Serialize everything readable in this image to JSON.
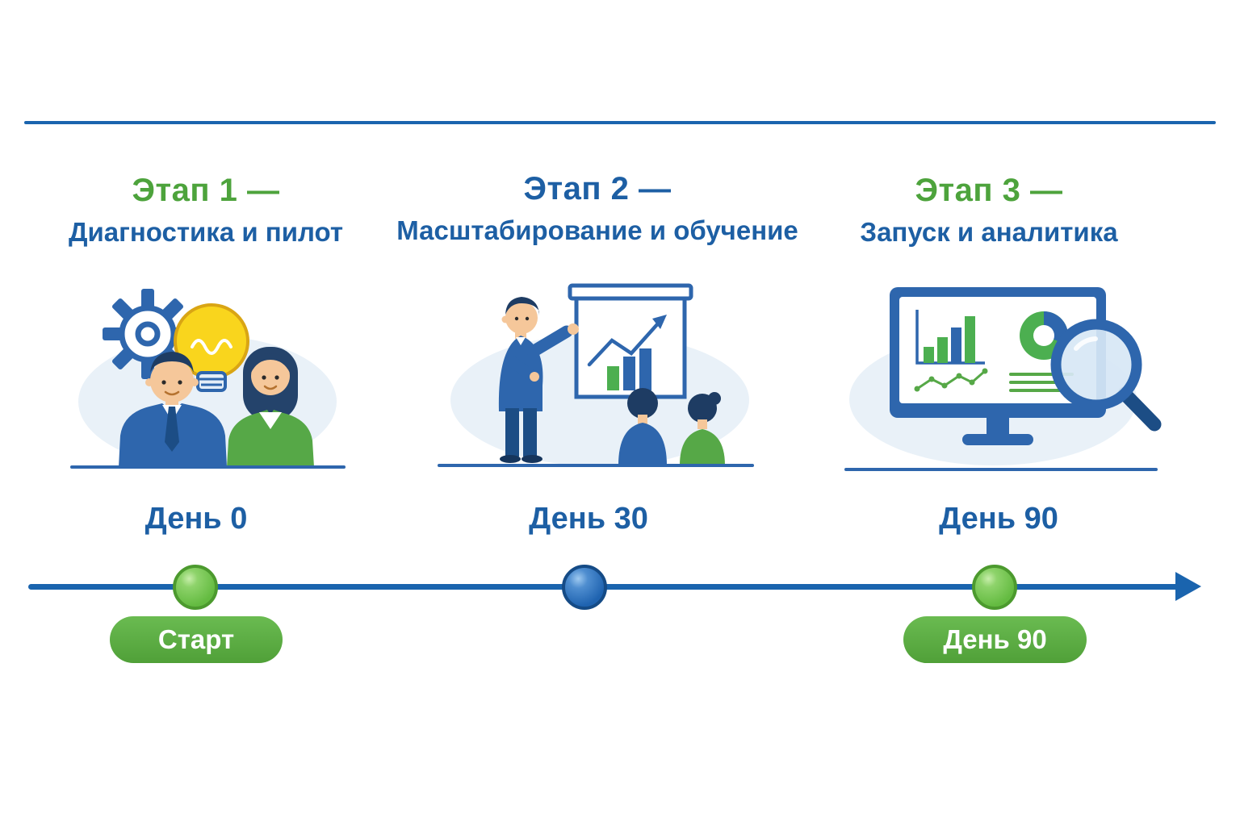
{
  "colors": {
    "blue_text": "#1d5fa4",
    "green_text": "#4da33c",
    "timeline_blue": "#1a64ae",
    "dot_green": "#6cc04a",
    "dot_green_border": "#4c9a2e",
    "dot_blue": "#1f63b0",
    "dot_blue_border": "#154b86",
    "pill_green": "#55a83c",
    "pill_text": "#ffffff",
    "illustration_blue": "#2e66ad",
    "illustration_green": "#56a847",
    "blob_bg": "#e9f1f8"
  },
  "stages": [
    {
      "title": "Этап 1 —",
      "title_color": "green",
      "subtitle": "Диагностика и пилот",
      "day_label": "День 0"
    },
    {
      "title": "Этап 2 —",
      "title_color": "blue",
      "subtitle": "Масштабирование и обучение",
      "day_label": "День 30"
    },
    {
      "title": "Этап 3 —",
      "title_color": "green",
      "subtitle": "Запуск и аналитика",
      "day_label": "День 90"
    }
  ],
  "timeline": {
    "markers": [
      {
        "position": "День 0",
        "dot_color": "green",
        "badge": "Старт"
      },
      {
        "position": "День 30",
        "dot_color": "blue"
      },
      {
        "position": "День 90",
        "dot_color": "green",
        "badge": "День 90"
      }
    ]
  }
}
